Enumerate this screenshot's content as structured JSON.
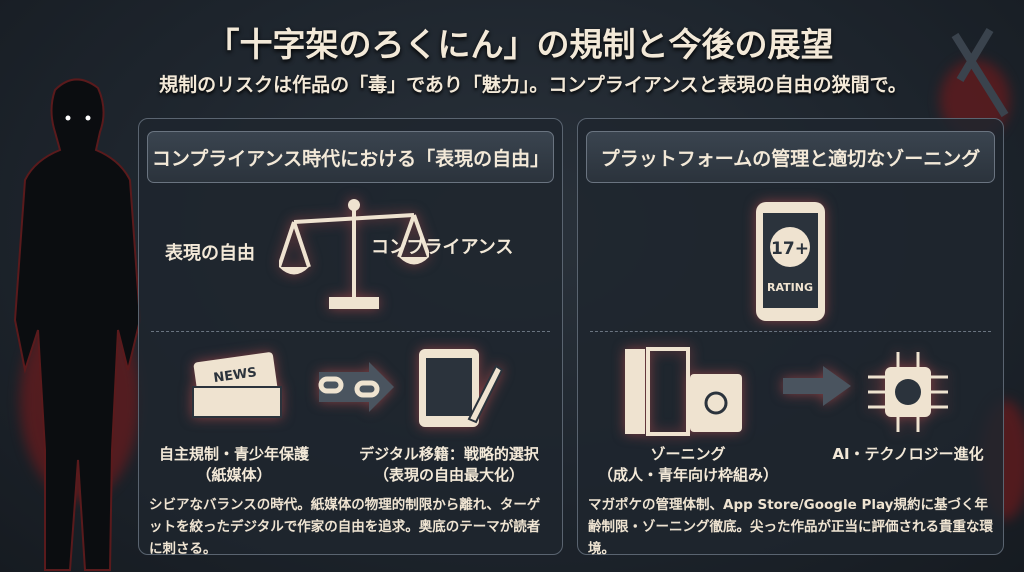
{
  "header": {
    "title": "「十字架のろくにん」の規制と今後の展望",
    "subtitle": "規制のリスクは作品の「毒」であり「魅力」。コンプライアンスと表現の自由の狭間で。"
  },
  "left_panel": {
    "heading": "コンプライアンス時代における「表現の自由」",
    "scale_left": "表現の自由",
    "scale_right": "コンプライアンス",
    "item1_line1": "自主規制・青少年保護",
    "item1_line2": "（紙媒体）",
    "item2_line1": "デジタル移籍：戦略的選択",
    "item2_line2": "（表現の自由最大化）",
    "news_icon_text": "NEWS",
    "description": "シビアなバランスの時代。紙媒体の物理的制限から離れ、ターゲットを絞ったデジタルで作家の自由を追求。奥底のテーマが読者に刺さる。"
  },
  "right_panel": {
    "heading": "プラットフォームの管理と適切なゾーニング",
    "rating_age": "17+",
    "rating_label": "RATING",
    "item1_line1": "ゾーニング",
    "item1_line2": "（成人・青年向け枠組み）",
    "item2_line1": "AI・テクノロジー進化",
    "description": "マガポケの管理体制、App Store/Google Play規約に基づく年齢制限・ゾーニング徹底。尖った作品が正当に評価される貴重な環境。"
  },
  "colors": {
    "background": "#1d242c",
    "text": "#f1e6d4",
    "accent": "#8b1e22"
  }
}
